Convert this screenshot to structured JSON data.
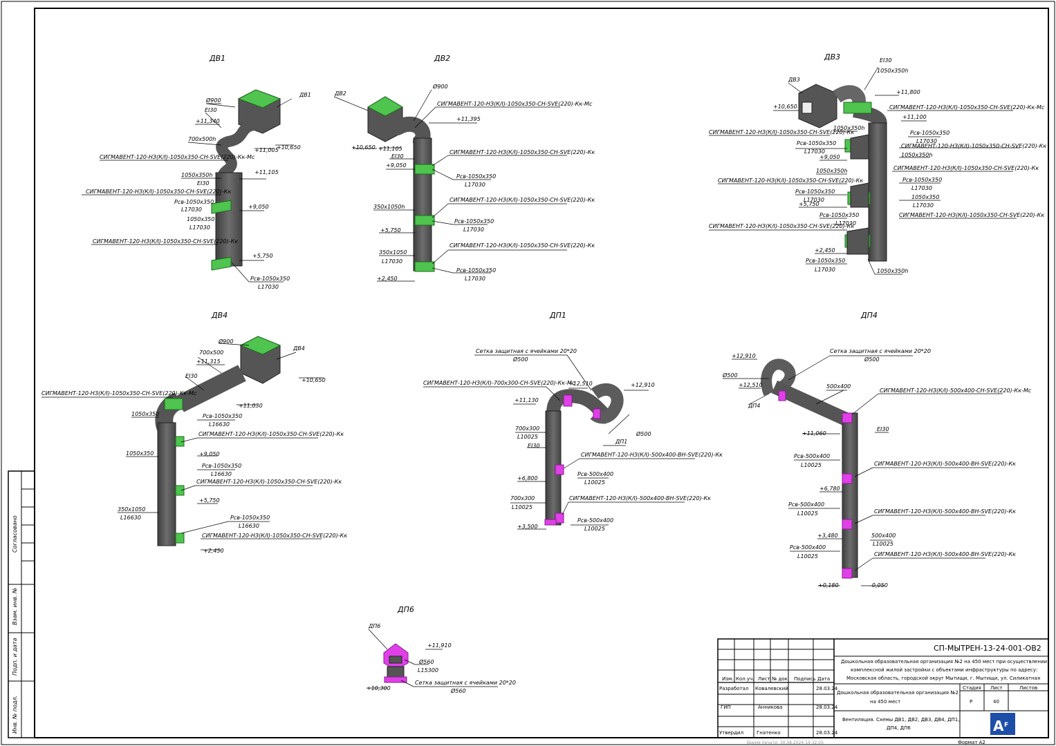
{
  "titles": {
    "dv1": "ДВ1",
    "dv2": "ДВ2",
    "dv3": "ДВ3",
    "dv4": "ДВ4",
    "dp1": "ДП1",
    "dp4": "ДП4",
    "dp6": "ДП6"
  },
  "dv1": {
    "tag": "ДВ1",
    "d": "Ø900",
    "ei": "EI30",
    "lv1": "+11,340",
    "d2": "700x500h",
    "lv2": "+11,005",
    "lv3": "+10,650",
    "valve1": "СИГМАВЕНТ-120-НЗ(К/I)-1050x350-СН-SVE(220)-Кк-Мс",
    "lv4": "+11,105",
    "s1": "1050x350h",
    "ei2": "EI30",
    "valve2": "СИГМАВЕНТ-120-НЗ(К/I)-1050x350-СН-SVE(220)-Кк",
    "rsv1": "Рсв-1050x350",
    "l1": "L17030",
    "lv5": "+9,050",
    "s2": "1050x350",
    "l2": "L17030",
    "valve3": "СИГМАВЕНТ-120-НЗ(К/I)-1050x350-СН-SVE(220)-Кк",
    "lv6": "+5,750",
    "rsv2": "Рсв-1050x350",
    "l3": "L17030"
  },
  "dv2": {
    "tag": "ДВ2",
    "d": "Ø900",
    "valve1": "СИГМАВЕНТ-120-НЗ(К/I)-1050x350-СН-SVE(220)-Кк-Мс",
    "lv1": "+11,395",
    "lv2": "+10,650",
    "lv3": "+11,105",
    "ei": "EI30",
    "lv4": "+9,050",
    "valve2": "СИГМАВЕНТ-120-НЗ(К/I)-1050x350-СН-SVE(220)-Кк",
    "rsv1": "Рсв-1050x350",
    "l1": "L17030",
    "s1": "350x1050h",
    "valve3": "СИГМАВЕНТ-120-НЗ(К/I)-1050x350-СН-SVE(220)-Кк",
    "lv5": "+5,750",
    "rsv2": "Рсв-1050x350",
    "l2": "L17030",
    "s2": "350x1050",
    "l3": "L17030",
    "valve4": "СИГМАВЕНТ-120-НЗ(К/I)-1050x350-СН-SVE(220)-Кк",
    "lv6": "+2,450",
    "rsv3": "Рсв-1050x350",
    "l4": "L17030"
  },
  "dv3": {
    "tag": "ДВ3",
    "ei": "EI30",
    "s1": "1050x350h",
    "lv1": "+11,800",
    "valve1": "СИГМАВЕНТ-120-НЗ(К/I)-1050x350-СН-SVE(220)-Кк-Мс",
    "lv2": "+10,650",
    "lv3": "+11,100",
    "s2": "1050x350h",
    "rsv1": "Рсв-1050x350",
    "l1": "L17030",
    "valve2": "СИГМАВЕНТ-120-НЗ(К/I)-1050x350-СН-SVE(220)-Кк",
    "valve3": "СИГМАВЕНТ-120-НЗ(К/I)-1050x350-СН-SVE(220)-Кк",
    "rsv2": "Рсв-1050x350",
    "l2": "L17030",
    "lv4": "+9,050",
    "s3": "1050x350h",
    "valve4": "СИГМАВЕНТ-120-НЗ(К/I)-1050x350-СН-SVE(220)-Кк",
    "s4": "1050x350h",
    "valve5": "СИГМАВЕНТ-120-НЗ(К/I)-1050x350-СН-SVE(220)-Кк",
    "rsv3": "Рсв-1050x350",
    "l3": "L17030",
    "rsv4": "Рсв-1050x350",
    "l4": "L17030",
    "lv5": "+5,750",
    "s5": "1050x350",
    "l5": "L17030",
    "valve6": "СИГМАВЕНТ-120-НЗ(К/I)-1050x350-СН-SVE(220)-Кк",
    "valve7": "СИГМАВЕНТ-120-НЗ(К/I)-1050x350-СН-SVE(220)-Кк",
    "rsv5": "Рсв-1050x350",
    "l6": "L17030",
    "lv6": "+2,450",
    "rsv6": "Рсв-1050x350",
    "l7": "L17030",
    "s6": "1050x350h"
  },
  "dv4": {
    "tag": "ДВ4",
    "d": "Ø900",
    "s1": "700x500",
    "lv1": "+11,315",
    "ei": "EI30",
    "lv2": "+10,650",
    "valve1": "СИГМАВЕНТ-120-НЗ(К/I)-1050x350-СН-SVE(220)-Кк-Мс",
    "lv3": "+11,030",
    "s2": "1050x350",
    "rsv1": "Рсв-1050x350",
    "l1": "L16630",
    "valve2": "СИГМАВЕНТ-120-НЗ(К/I)-1050x350-СН-SVE(220)-Кк",
    "s3": "1050x350",
    "lv4": "+9,050",
    "rsv2": "Рсв-1050x350",
    "l2": "L16630",
    "valve3": "СИГМАВЕНТ-120-НЗ(К/I)-1050x350-СН-SVE(220)-Кк",
    "lv5": "+5,750",
    "s4": "350x1050",
    "l3": "L16630",
    "rsv3": "Рсв-1050x350",
    "l4": "L16630",
    "valve4": "СИГМАВЕНТ-120-НЗ(К/I)-1050x350-СН-SVE(220)-Кк",
    "lv6": "+2,450"
  },
  "dp1": {
    "net": "Сетка защитная с ячейками 20*20",
    "d1": "Ø500",
    "valve1": "СИГМАВЕНТ-120-НЗ(К/I)-700x300-СН-SVE(220)-Кк-Мс",
    "lv1": "+12,510",
    "lv2": "+12,910",
    "lv3": "+11,130",
    "s1": "700x300",
    "l1": "L10025",
    "ei": "EI30",
    "d2": "Ø500",
    "tag": "ДП1",
    "valve2": "СИГМАВЕНТ-120-НЗ(К/I)-500x400-ВН-SVE(220)-Кк",
    "rsv1": "Рсв-500x400",
    "l2": "L10025",
    "lv4": "+6,800",
    "s2": "700x300",
    "l3": "L10025",
    "valve3": "СИГМАВЕНТ-120-НЗ(К/I)-500x400-ВН-SVE(220)-Кк",
    "rsv2": "Рсв-500x400",
    "l4": "L10025",
    "lv5": "+3,500"
  },
  "dp4": {
    "lv1": "+12,910",
    "net": "Сетка защитная с ячейками 20*20",
    "d1": "Ø500",
    "dd": "Ø500",
    "lv2": "+12,510",
    "s1": "500x400",
    "tag": "ДП4",
    "valve1": "СИГМАВЕНТ-120-НЗ(К/I)-500x400-СН-SVE(220)-Кк-Мс",
    "lv3": "+11,060",
    "ei": "EI30",
    "rsv1": "Рсв-500x400",
    "l1": "L10025",
    "valve2": "СИГМАВЕНТ-120-НЗ(К/I)-500x400-ВН-SVE(220)-Кк",
    "lv4": "+6,780",
    "rsv2": "Рсв-500x400",
    "l2": "L10025",
    "valve3": "СИГМАВЕНТ-120-НЗ(К/I)-500x400-ВН-SVE(220)-Кк",
    "lv5": "+3,480",
    "s2": "500x400",
    "l3": "L10025",
    "rsv3": "Рсв-500x400",
    "l4": "L10025",
    "valve4": "СИГМАВЕНТ-120-НЗ(К/I)-500x400-ВН-SVE(220)-Кк",
    "lv6": "+0,180",
    "lv7": "-0,050"
  },
  "dp6": {
    "tag": "ДП6",
    "lv1": "+11,910",
    "d": "Ø560",
    "l": "L15300",
    "lv2": "+10,300",
    "net": "Сетка защитная с ячейками 20*20",
    "d2": "Ø560"
  },
  "side": {
    "c1": "Согласовано",
    "c2": "Взам. инв. №",
    "c3": "Подп. и дата",
    "c4": "Инв. № подл."
  },
  "stamp": {
    "code": "СП-МЫТРЕН-13-24-001-ОВ2",
    "obj1": "Дошкольная образовательная организация №2 на 450 мест при осуществлении",
    "obj2": "комплексной жилой застройки с объектами инфраструктуры по адресу:",
    "obj3": "Московская область, городской округ Мытищи, г. Мытищи, ул. Силикатная",
    "h1": "Изм.",
    "h2": "Кол.уч.",
    "h3": "Лист",
    "h4": "№ док.",
    "h5": "Подпись",
    "h6": "Дата",
    "r1a": "Разработал",
    "r1b": "Ковалевский",
    "r1c": "28.03.24",
    "r2a": "ГИП",
    "r2b": "Анникова",
    "r2c": "28.03.24",
    "r3a": "Утвердил",
    "r3b": "Гнатенко",
    "r3c": "28.03.24",
    "title1": "Дошкольная образовательная организация №2",
    "title2": "на 450 мест",
    "stage_h": "Стадия",
    "sheet_h": "Лист",
    "sheets_h": "Листов",
    "stage": "Р",
    "sheet": "40",
    "drawing1": "Вентиляция. Схемы ДВ1, ДВ2, ДВ3, ДВ4, ДП1,",
    "drawing2": "ДП4, ДП6",
    "format": "Формат А2",
    "printed": "Время печати: 30.08.2024 14:32:05"
  },
  "colors": {
    "duct": "#5a5a5a",
    "valve_green": "#3cc43c",
    "valve_magenta": "#e040e8"
  }
}
